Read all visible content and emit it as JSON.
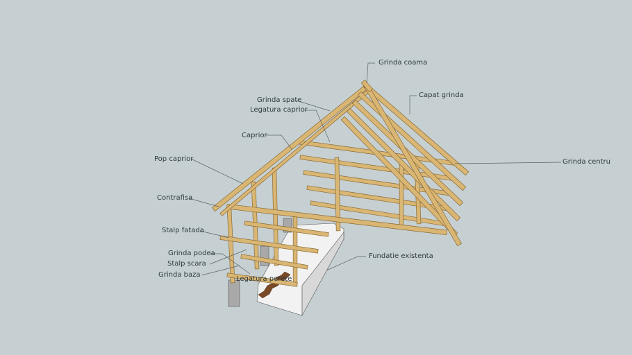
{
  "labels": {
    "grinda_coama": "Grinda coama",
    "capat_grinda": "Capat grinda",
    "grinda_spate": "Grinda spate",
    "legatura_caprior": "Legatura caprior",
    "caprior": "Caprior",
    "pop_caprior": "Pop caprior",
    "grinda_centru": "Grinda centru",
    "contrafisa": "Contrafisa",
    "stalp_fatada": "Stalp fatada",
    "grinda_podea": "Grinda podea",
    "stalp_scara": "Stalp scara",
    "grinda_baza": "Grinda baza",
    "legatura_perete": "Legatura perete",
    "fundatie_existenta": "Fundatie existenta"
  },
  "colors": {
    "background": "#c6d0d3",
    "timber": "#d9b673",
    "timber_edge": "#8a6a34",
    "concrete": "#a9a9a9",
    "foundation": "#f2f2f2",
    "stairs": "#7a4a26",
    "label_text": "#2f3a3e",
    "leader": "#5a6468"
  }
}
